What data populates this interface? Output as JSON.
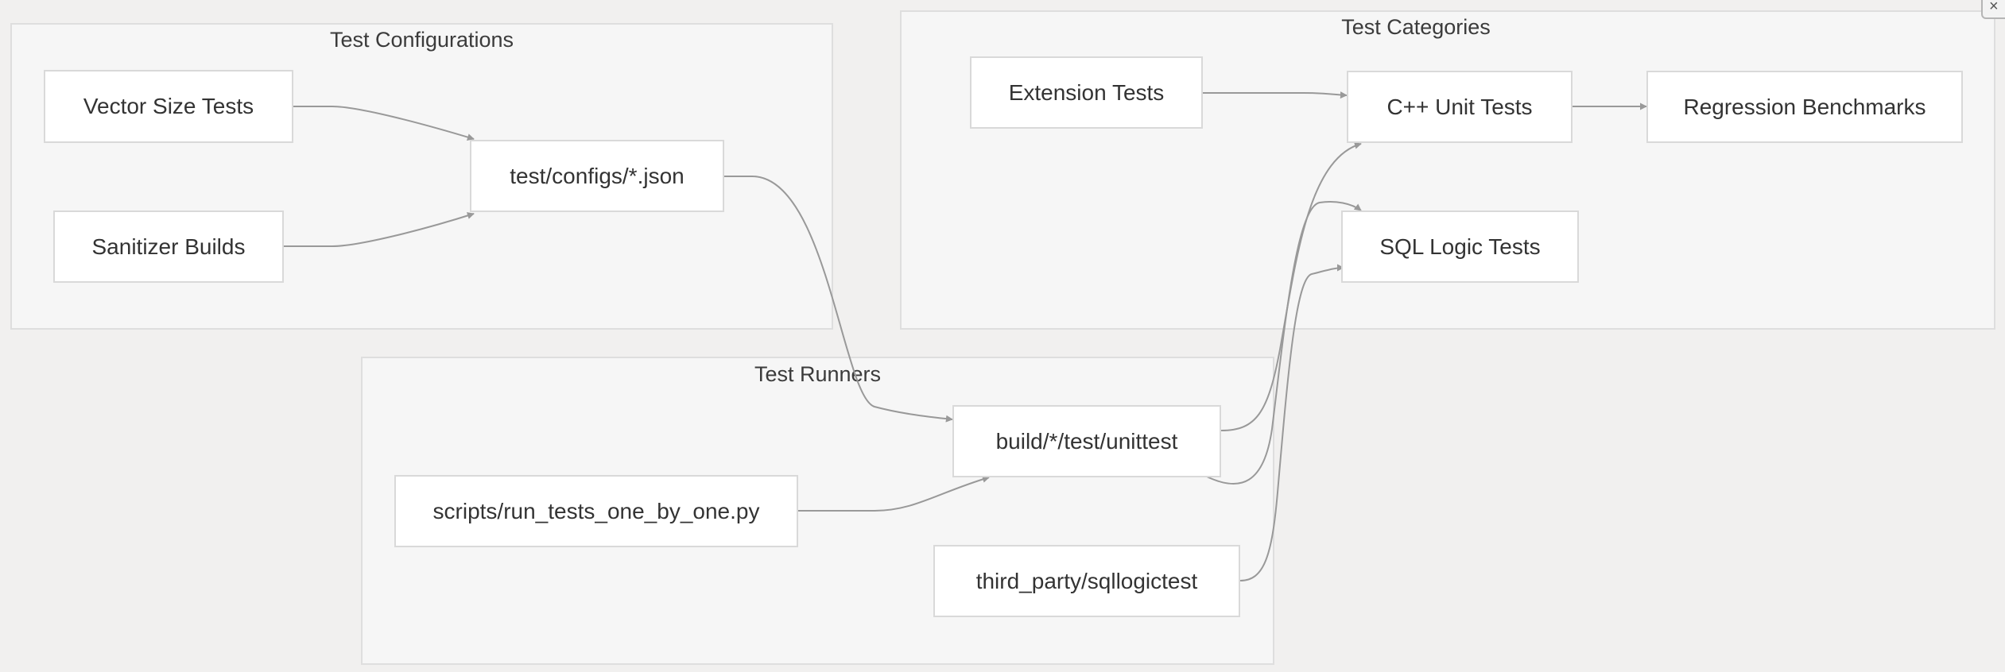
{
  "groups": {
    "configs": {
      "title": "Test Configurations"
    },
    "categories": {
      "title": "Test Categories"
    },
    "runners": {
      "title": "Test Runners"
    }
  },
  "nodes": {
    "vector_size": "Vector Size Tests",
    "sanitizer": "Sanitizer Builds",
    "configs_json": "test/configs/*.json",
    "extension": "Extension Tests",
    "cpp_unit": "C++ Unit Tests",
    "regression": "Regression Benchmarks",
    "sql_logic": "SQL Logic Tests",
    "unittest": "build/*/test/unittest",
    "run_tests": "scripts/run_tests_one_by_one.py",
    "sqllogictest": "third_party/sqllogictest"
  },
  "edges": [
    {
      "from": "vector_size",
      "to": "configs_json"
    },
    {
      "from": "sanitizer",
      "to": "configs_json"
    },
    {
      "from": "configs_json",
      "to": "unittest"
    },
    {
      "from": "extension",
      "to": "cpp_unit"
    },
    {
      "from": "cpp_unit",
      "to": "regression"
    },
    {
      "from": "unittest",
      "to": "cpp_unit"
    },
    {
      "from": "unittest",
      "to": "sql_logic"
    },
    {
      "from": "run_tests",
      "to": "unittest"
    },
    {
      "from": "sqllogictest",
      "to": "sql_logic"
    }
  ],
  "colors": {
    "edge": "#999999",
    "node_border": "#d9d9d9",
    "group_fill": "#f6f6f6",
    "background": "#f1f0ef"
  },
  "corner_button": {
    "icon": "close-icon",
    "glyph": "×"
  }
}
